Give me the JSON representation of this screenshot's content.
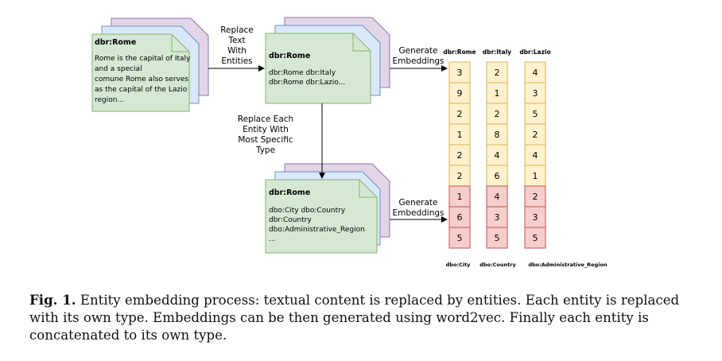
{
  "doc1": {
    "title": "dbr:Rome",
    "lines": [
      "Rome is the capital of Italy",
      "and a special",
      "comune Rome also serves",
      "as the capital of the Lazio",
      "region..."
    ]
  },
  "doc2": {
    "title": "dbr:Rome",
    "lines": [
      "dbr:Rome dbr:Italy",
      "dbr:Rome dbr:Lazio..."
    ]
  },
  "doc3": {
    "title": "dbr:Rome",
    "lines": [
      "dbo:City dbo:Country",
      "dbr:Country",
      "dbo:Administrative_Region",
      "..."
    ]
  },
  "labels": {
    "replace_text": [
      "Replace",
      "Text",
      "With",
      "Entities"
    ],
    "replace_each": [
      "Replace Each",
      "Entity With",
      "Most Specific",
      "Type"
    ],
    "generate_top": [
      "Generate",
      "Embeddings"
    ],
    "generate_bottom": [
      "Generate",
      "Embeddings"
    ]
  },
  "columns": [
    {
      "header": "dbr:Rome",
      "footer": "dbo:City",
      "entity_values": [
        3,
        9,
        2,
        1,
        2,
        2
      ],
      "type_values": [
        1,
        6,
        5
      ]
    },
    {
      "header": "dbr:Italy",
      "footer": "dbo:Country",
      "entity_values": [
        2,
        1,
        2,
        8,
        4,
        6
      ],
      "type_values": [
        4,
        3,
        5
      ]
    },
    {
      "header": "dbr:Lazio",
      "footer": "dbo:Administrative_Region",
      "entity_values": [
        4,
        3,
        5,
        2,
        4,
        1
      ],
      "type_values": [
        2,
        3,
        5
      ]
    }
  ],
  "caption": {
    "label": "Fig. 1.",
    "text": "Entity embedding process: textual content is replaced by entities. Each entity is replaced with its own type. Embeddings can be then generated using word2vec. Finally each entity is concatenated to its own type."
  },
  "colors": {
    "doc_green": "#d5e8d4",
    "doc_green_stroke": "#82b366",
    "doc_blue": "#dae8fc",
    "doc_purple": "#e1d5e7",
    "cell_yellow": "#fff2cc",
    "cell_yellow_stroke": "#d6b656",
    "cell_red": "#f8cecc",
    "cell_red_stroke": "#b85450"
  }
}
